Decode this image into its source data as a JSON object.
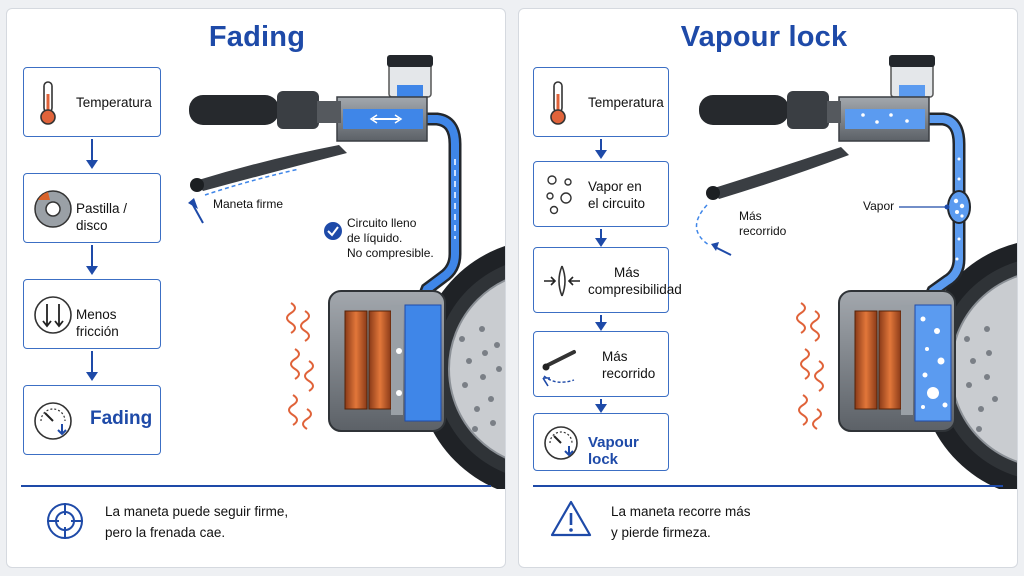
{
  "left_panel": {
    "title": "Fading",
    "steps": [
      {
        "label": "Temperatura",
        "icon": "thermometer-icon"
      },
      {
        "label": "Pastilla / disco",
        "icon": "brake-disc-icon"
      },
      {
        "label": "Menos fricción",
        "icon": "down-arrows-icon"
      },
      {
        "label": "Fading",
        "icon": "gauge-down-icon"
      }
    ],
    "callouts": {
      "lever": "Maneta firme",
      "circuit_line1": "Circuito lleno",
      "circuit_line2": "de líquido.",
      "circuit_line3": "No compresible."
    },
    "note_line1": "La maneta puede seguir firme,",
    "note_line2": "pero la frenada cae.",
    "note_icon": "target-icon"
  },
  "right_panel": {
    "title": "Vapour lock",
    "steps": [
      {
        "label": "Temperatura",
        "icon": "thermometer-icon"
      },
      {
        "label_line1": "Vapor en",
        "label_line2": "el circuito",
        "icon": "bubbles-icon"
      },
      {
        "label_line1": "Más",
        "label_line2": "compresibilidad",
        "icon": "compression-icon"
      },
      {
        "label_line1": "Más",
        "label_line2": "recorrido",
        "icon": "lever-travel-icon"
      },
      {
        "label": "Vapour lock",
        "icon": "gauge-down-icon"
      }
    ],
    "callouts": {
      "vapor": "Vapor",
      "travel_line1": "Más",
      "travel_line2": "recorrido"
    },
    "note_line1": "La maneta recorre más",
    "note_line2": "y pierde firmeza.",
    "note_icon": "warning-icon"
  },
  "colors": {
    "accent": "#1e4aa8",
    "fluid": "#3f86e8",
    "heat": "#e0633a",
    "pad": "#d9622a",
    "metal": "#7d8289"
  }
}
